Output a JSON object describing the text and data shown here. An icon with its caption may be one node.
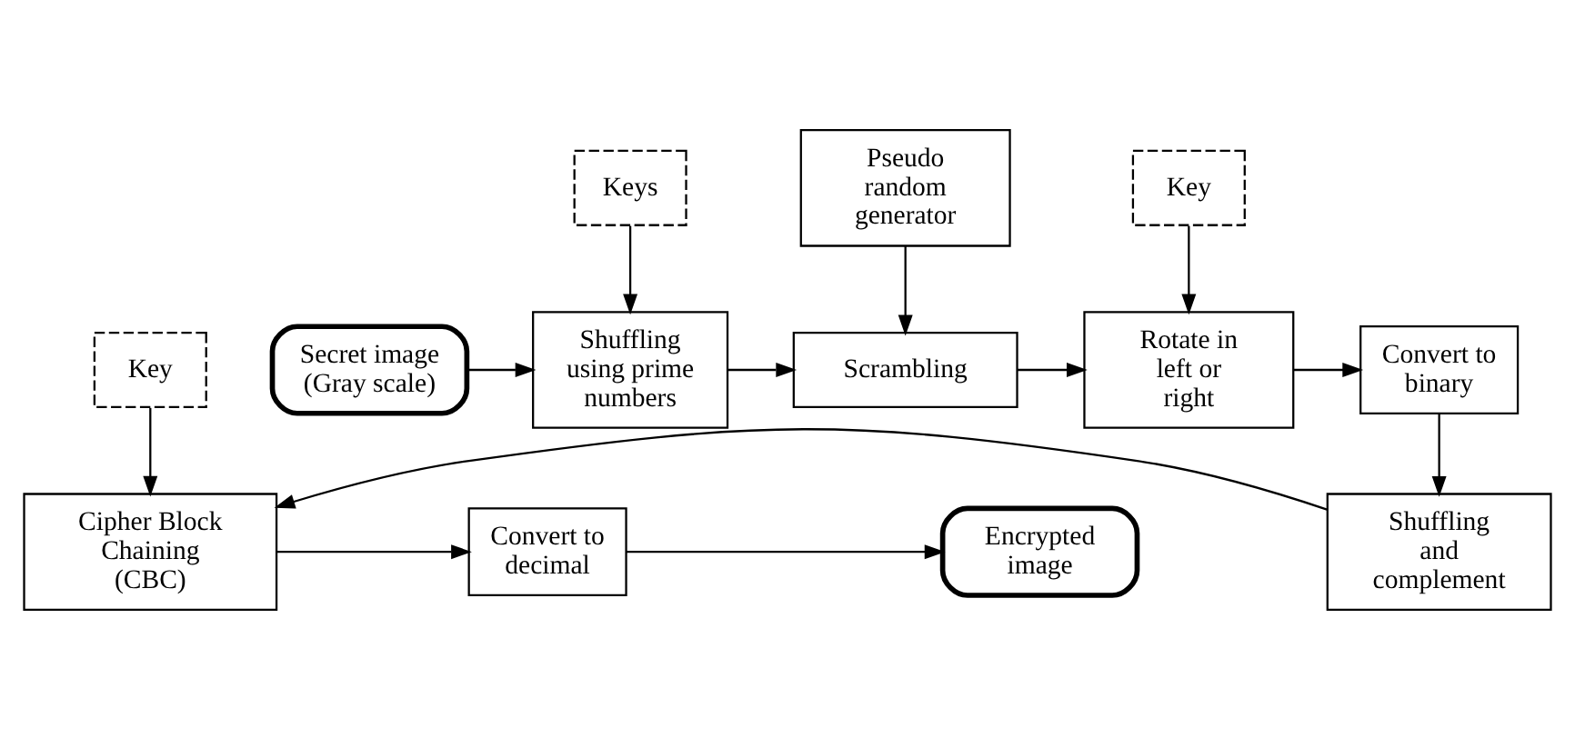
{
  "diagram": {
    "nodes": [
      {
        "text": [
          "Secret image (Gray scale)"
        ]
      },
      {
        "text": [
          "Keys"
        ]
      },
      {
        "text": [
          "Shuffling using prime numbers"
        ]
      },
      {
        "text": [
          "Pseudo random generator"
        ]
      },
      {
        "text": [
          "Scrambling"
        ]
      },
      {
        "text": [
          "Key"
        ]
      },
      {
        "text": [
          "Rotate in left or right"
        ]
      },
      {
        "text": [
          "Convert to binary"
        ]
      },
      {
        "text": [
          "Encrypted image"
        ]
      },
      {
        "text": [
          "Convert to decimal"
        ]
      },
      {
        "text": [
          "Cipher Block Chaining (CBC)"
        ]
      },
      {
        "text": [
          "Shuffling and complement"
        ]
      },
      {
        "text": [
          "Key"
        ]
      }
    ],
    "edges": [
      {
        "from": 0,
        "to": 2,
        "arrow": "to"
      },
      {
        "from": 1,
        "to": 2,
        "arrow": "to"
      },
      {
        "from": 2,
        "to": 4,
        "arrow": "to"
      },
      {
        "from": 3,
        "to": 4,
        "arrow": "to"
      },
      {
        "from": 4,
        "to": 6,
        "arrow": "to"
      },
      {
        "from": 5,
        "to": 6,
        "arrow": "to"
      },
      {
        "from": 6,
        "to": 7,
        "arrow": "to"
      },
      {
        "from": 7,
        "to": 11,
        "arrow": "to"
      },
      {
        "from": 11,
        "to": 10,
        "arrow": "to"
      },
      {
        "from": 10,
        "to": 9,
        "arrow": "to"
      },
      {
        "from": 9,
        "to": 8,
        "arrow": "to"
      },
      {
        "from": 12,
        "to": 10,
        "arrow": "to"
      }
    ]
  }
}
